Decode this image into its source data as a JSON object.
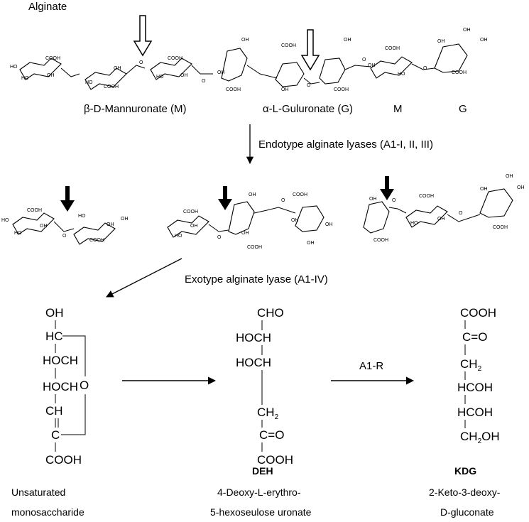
{
  "title": "Alginate",
  "residues": {
    "mannuronate": "β-D-Mannuronate (M)",
    "guluronate": "α-L-Guluronate (G)",
    "m": "M",
    "g": "G"
  },
  "steps": {
    "endo": "Endotype alginate lyases (A1-I, II, III)",
    "exo": "Exotype alginate lyase (A1-IV)",
    "reductase": "A1-R"
  },
  "groups": {
    "cooh": "COOH",
    "oh": "OH",
    "ho": "HO",
    "o": "O"
  },
  "unsaturated_formula": [
    "OH",
    "HC",
    "HOCH",
    "HOCH",
    "CH",
    "C",
    "COOH"
  ],
  "unsaturated_ring_o": "O",
  "deh_formula": [
    "CHO",
    "HOCH",
    "HOCH",
    "CH2",
    "C=O",
    "COOH"
  ],
  "kdg_formula": [
    "COOH",
    "C=O",
    "CH2",
    "HCOH",
    "HCOH",
    "CH2OH"
  ],
  "products": {
    "unsat_line1": "Unsaturated",
    "unsat_line2": "monosaccharide",
    "deh_abbr": "DEH",
    "deh_line1": "4-Deoxy-L-erythro-",
    "deh_line2": "5-hexoseulose uronate",
    "kdg_abbr": "KDG",
    "kdg_line1": "2-Keto-3-deoxy-",
    "kdg_line2": "D-gluconate"
  }
}
